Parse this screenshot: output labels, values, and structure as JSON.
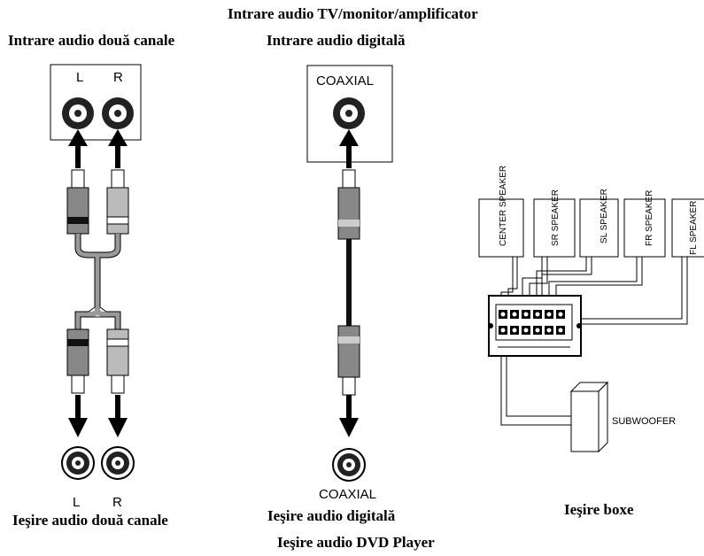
{
  "titles": {
    "top": "Intrare audio TV/monitor/amplificator",
    "two_channel_in": "Intrare audio două canale",
    "digital_in": "Intrare audio digitală",
    "two_channel_out": "Ieşire audio două canale",
    "digital_out": "Ieşire audio digitală",
    "dvd_out": "Ieşire audio DVD Player",
    "speaker_out": "Ieşire boxe"
  },
  "jacks": {
    "in_left": "L",
    "in_right": "R",
    "in_coaxial": "COAXIAL",
    "out_left": "L",
    "out_right": "R",
    "out_coaxial": "COAXIAL"
  },
  "speakers": {
    "center": "CENTER SPEAKER",
    "sr": "SR SPEAKER",
    "sl": "SL SPEAKER",
    "fr": "FR SPEAKER",
    "fl": "FL SPEAKER",
    "subwoofer": "SUBWOOFER"
  }
}
